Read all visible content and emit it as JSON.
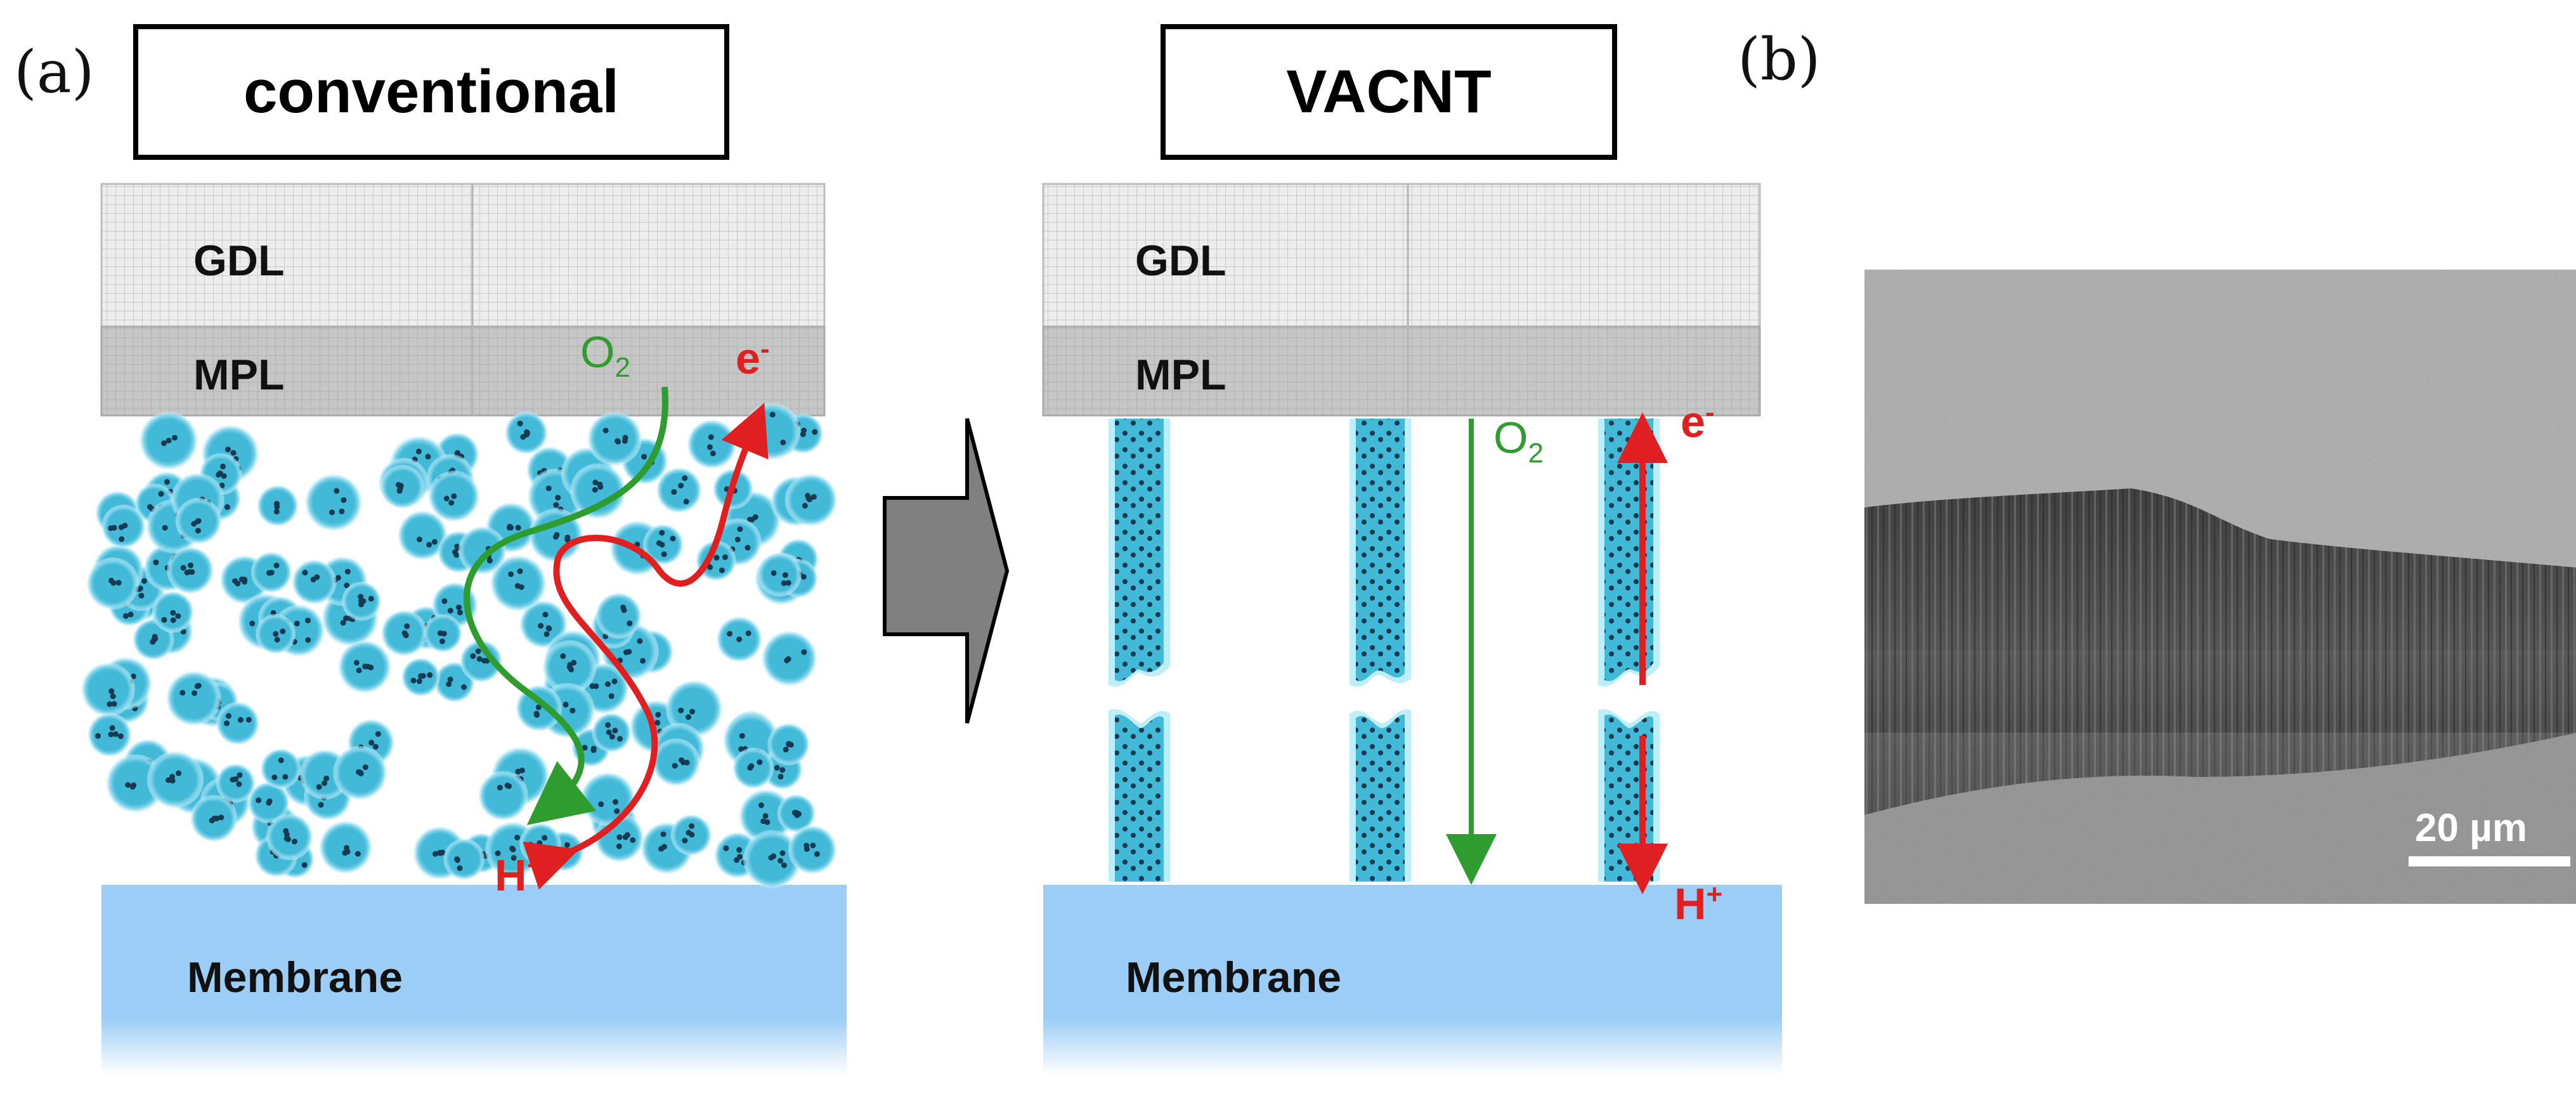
{
  "panel_a": {
    "tag": "(a)",
    "left_title": "conventional",
    "right_title": "VACNT",
    "left": {
      "gdl": "GDL",
      "mpl": "MPL",
      "membrane": "Membrane",
      "o2": "O",
      "o2_sub": "2",
      "e": "e",
      "e_sup": "-",
      "h": "H",
      "h_sup": "+"
    },
    "right": {
      "gdl": "GDL",
      "mpl": "MPL",
      "membrane": "Membrane",
      "o2": "O",
      "o2_sub": "2",
      "e": "e",
      "e_sup": "-",
      "h": "H",
      "h_sup": "+"
    }
  },
  "panel_b": {
    "tag": "(b)",
    "scale_label": "20 µm"
  },
  "colors": {
    "gdl": "#ececec",
    "mpl": "#c8c8c8",
    "membrane": "#9ccdf6",
    "particle": "#3fb9d6",
    "particle_glow": "#b7ecf8",
    "o2_arrow": "#2e9c2e",
    "charge_arrow": "#e02020",
    "block_arrow": "#808080"
  }
}
